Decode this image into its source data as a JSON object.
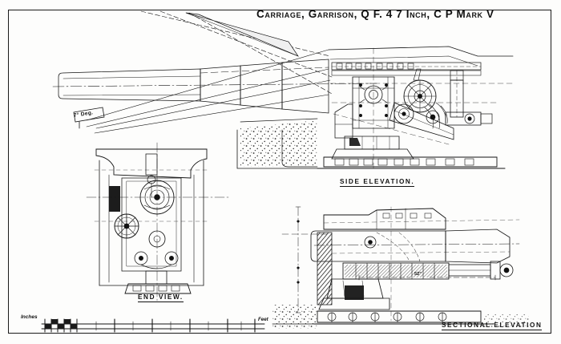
{
  "drawing": {
    "title_main": "Carriage, Garrison, Q F. 4 7 Inch, C P Mark V",
    "title_words": {
      "w1": "Carriage,",
      "w2": "Garrison,",
      "w3": "Q F.",
      "w4": "4 7",
      "w5": "Inch,",
      "w6": "C P",
      "w7": "Mark V"
    },
    "views": {
      "side": "SIDE ELEVATION.",
      "end": "END VIEW.",
      "sectional": "SECTIONAL ELEVATION"
    },
    "annotations": {
      "elevation_angle": "7° Deg.",
      "dimension_52": "52\""
    },
    "scale_bar": {
      "left_label": "Inches",
      "right_label": "Feet",
      "inch_ticks": [
        "",
        "",
        "",
        "",
        "",
        "",
        ""
      ],
      "feet_ticks": [
        "",
        "",
        "",
        "",
        "",
        ""
      ]
    },
    "colors": {
      "ink": "#1a1a1a",
      "paper": "#fdfdfc",
      "hatch": "#222222"
    }
  }
}
